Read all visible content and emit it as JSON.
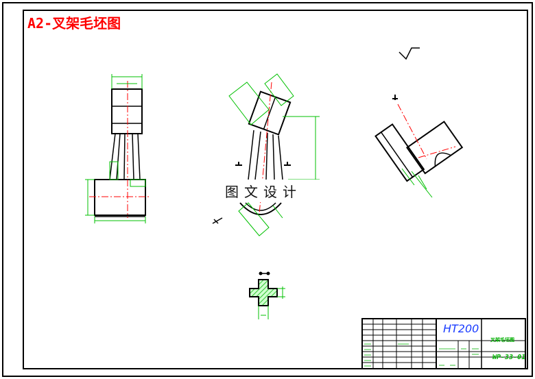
{
  "drawing": {
    "title": "A2-叉架毛坯图",
    "watermark": "图文设计",
    "material": "HT200",
    "part_name": "叉架毛坯图",
    "drawing_number": "WP-33-01"
  },
  "colors": {
    "border": "#000000",
    "outline": "#000000",
    "dimension": "#00c000",
    "centerline": "#ff0000",
    "title_text": "#ff0000",
    "material_text": "#1a3cff"
  }
}
